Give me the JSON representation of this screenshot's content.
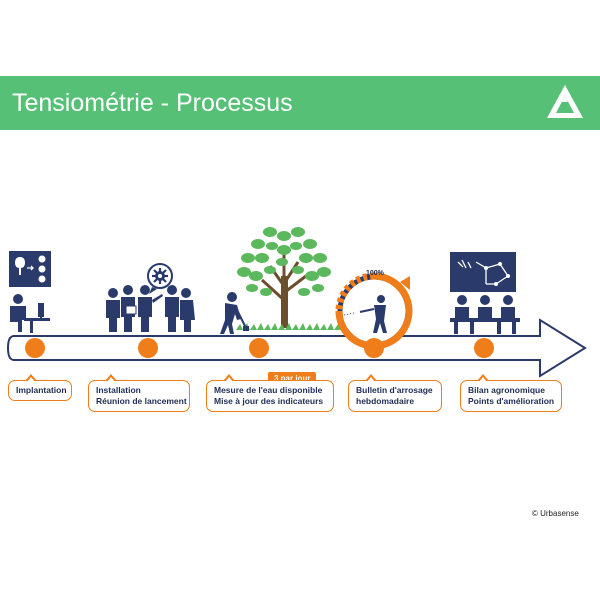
{
  "header": {
    "title": "Tensiométrie - Processus"
  },
  "steps": [
    {
      "lines": [
        "Implantation"
      ]
    },
    {
      "lines": [
        "Installation",
        "Réunion de lancement"
      ]
    },
    {
      "lines": [
        "Mesure de l'eau disponible",
        "Mise à jour des indicateurs"
      ]
    },
    {
      "lines": [
        "Bulletin d'arrosage",
        "hebdomadaire"
      ]
    },
    {
      "lines": [
        "Bilan agronomique",
        "Points d'amélioration"
      ]
    }
  ],
  "badge": "3 par jour",
  "gauge_percent": "100%",
  "copyright": "© Urbasense",
  "colors": {
    "header": "#56c176",
    "accent": "#ef7d1a",
    "navy": "#2a3a6b",
    "tree": "#5cb85c"
  },
  "icons": [
    "logo-icon",
    "planning-board-icon",
    "gear-icon",
    "tree-icon",
    "gauge-icon",
    "chart-board-icon"
  ]
}
